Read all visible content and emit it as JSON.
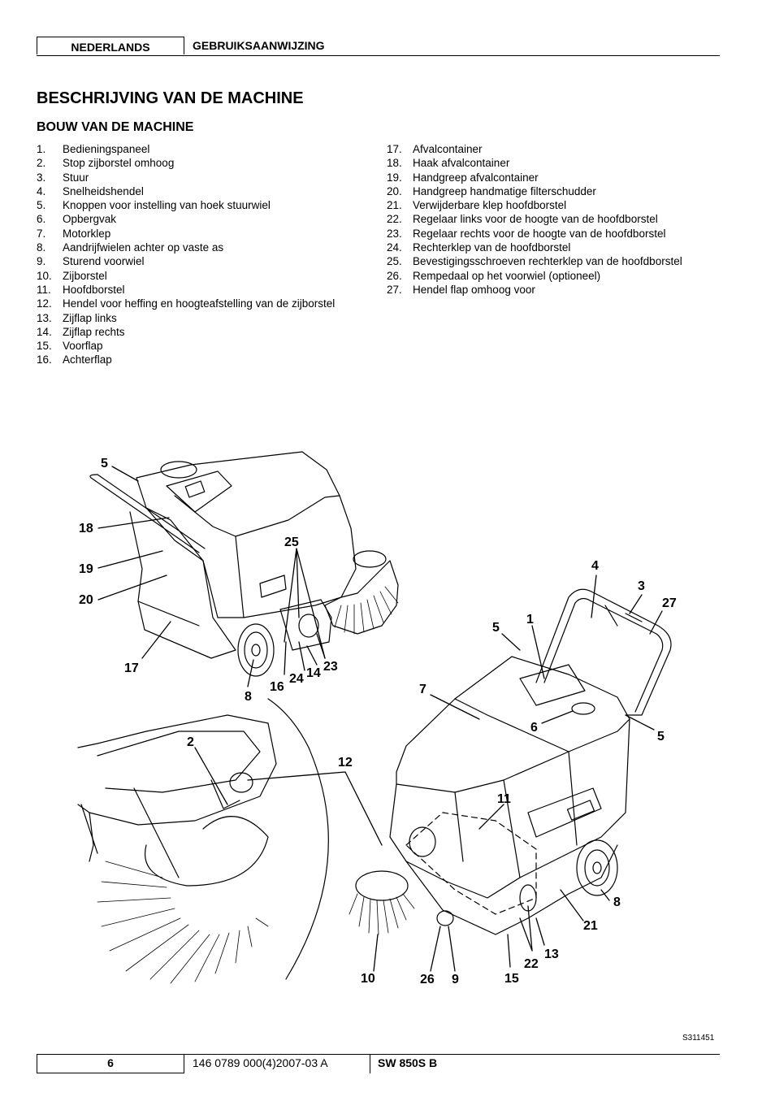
{
  "header": {
    "language": "NEDERLANDS",
    "doc_type": "GEBRUIKSAANWIJZING"
  },
  "section_title": "BESCHRIJVING VAN DE MACHINE",
  "subsection_title": "BOUW VAN DE MACHINE",
  "parts_col1": [
    {
      "n": "1.",
      "label": "Bedieningspaneel"
    },
    {
      "n": "2.",
      "label": "Stop zijborstel omhoog"
    },
    {
      "n": "3.",
      "label": "Stuur"
    },
    {
      "n": "4.",
      "label": "Snelheidshendel"
    },
    {
      "n": "5.",
      "label": "Knoppen voor instelling van hoek stuurwiel"
    },
    {
      "n": "6.",
      "label": "Opbergvak"
    },
    {
      "n": "7.",
      "label": "Motorklep"
    },
    {
      "n": "8.",
      "label": "Aandrijfwielen achter op vaste as"
    },
    {
      "n": "9.",
      "label": "Sturend voorwiel"
    },
    {
      "n": "10.",
      "label": "Zijborstel"
    },
    {
      "n": "11.",
      "label": "Hoofdborstel"
    },
    {
      "n": "12.",
      "label": "Hendel voor heffing en hoogteafstelling van de zijborstel"
    },
    {
      "n": "13.",
      "label": "Zijflap links"
    },
    {
      "n": "14.",
      "label": "Zijflap rechts"
    },
    {
      "n": "15.",
      "label": "Voorflap"
    },
    {
      "n": "16.",
      "label": "Achterflap"
    }
  ],
  "parts_col2": [
    {
      "n": "17.",
      "label": "Afvalcontainer"
    },
    {
      "n": "18.",
      "label": "Haak afvalcontainer"
    },
    {
      "n": "19.",
      "label": "Handgreep afvalcontainer"
    },
    {
      "n": "20.",
      "label": "Handgreep handmatige filterschudder"
    },
    {
      "n": "21.",
      "label": "Verwijderbare klep hoofdborstel"
    },
    {
      "n": "22.",
      "label": "Regelaar links voor de hoogte van de hoofdborstel"
    },
    {
      "n": "23.",
      "label": "Regelaar rechts voor de hoogte van de hoofdborstel"
    },
    {
      "n": "24.",
      "label": "Rechterklep van de hoofdborstel"
    },
    {
      "n": "25.",
      "label": "Bevestigingsschroeven rechterklep van de hoofdborstel"
    },
    {
      "n": "26.",
      "label": "Rempedaal op het voorwiel (optioneel)"
    },
    {
      "n": "27.",
      "label": "Hendel flap omhoog voor"
    }
  ],
  "figure": {
    "code": "S311451",
    "callouts": {
      "c5a": "5",
      "c18": "18",
      "c19": "19",
      "c20": "20",
      "c17": "17",
      "c8a": "8",
      "c16": "16",
      "c24": "24",
      "c14": "14",
      "c23": "23",
      "c25": "25",
      "c4": "4",
      "c3": "3",
      "c27": "27",
      "c5b": "5",
      "c1": "1",
      "c7": "7",
      "c6": "6",
      "c5c": "5",
      "c11": "11",
      "c2": "2",
      "c12": "12",
      "c8b": "8",
      "c21": "21",
      "c13": "13",
      "c22": "22",
      "c10": "10",
      "c26": "26",
      "c9": "9",
      "c15": "15"
    }
  },
  "footer": {
    "page": "6",
    "part_number": "146 0789 000(4)2007-03 A",
    "model": "SW 850S B"
  }
}
